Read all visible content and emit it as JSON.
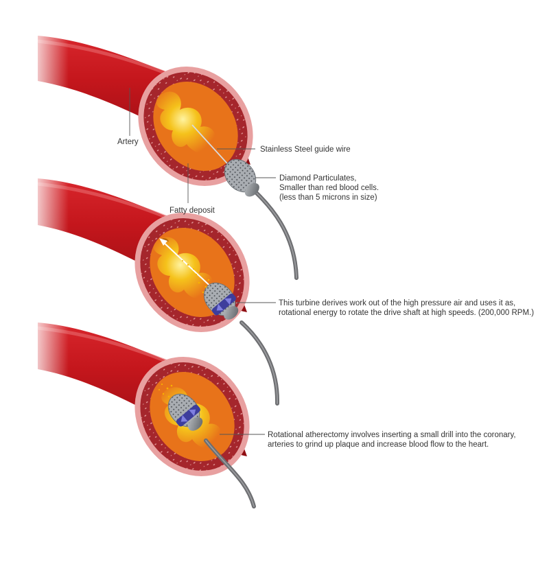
{
  "labels": {
    "artery": "Artery",
    "guide_wire": "Stainless Steel guide wire",
    "diamond": [
      "Diamond Particulates,",
      "Smaller than red blood cells.",
      "(less than 5 microns in size)"
    ],
    "fatty_deposit": "Fatty deposit",
    "turbine": [
      "This turbine derives work out of the high pressure air and uses it as,",
      "rotational energy to rotate the drive shaft at high speeds. (200,000 RPM.)"
    ],
    "atherectomy": [
      "Rotational atherectomy involves inserting a small drill into the coronary,",
      "arteries to grind up plaque and increase blood flow to the heart."
    ]
  },
  "colors": {
    "artery_red": "#c4161c",
    "artery_dark": "#8e0d12",
    "wall_pink": "#e8a0a0",
    "tissue": "#a5262c",
    "plaque_yellow": "#f5c21b",
    "plaque_orange": "#e8731a",
    "burr_silver": "#9aa0a6",
    "turbine_blue": "#3d3d9c",
    "catheter_gray": "#6d6e71",
    "leader_line": "#555555"
  }
}
